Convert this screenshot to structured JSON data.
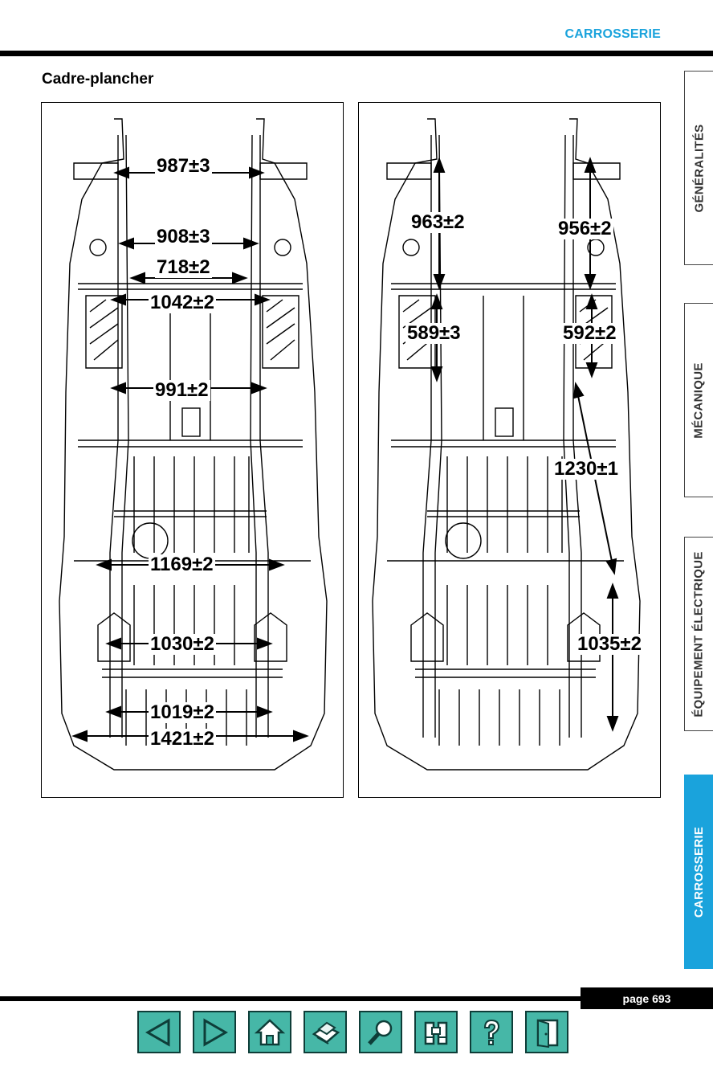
{
  "header": {
    "section": "CARROSSERIE"
  },
  "page": {
    "title": "Cadre-plancher",
    "number": "page 693"
  },
  "left_diagram": {
    "dimensions": [
      "987±3",
      "908±3",
      "718±2",
      "1042±2",
      "991±2",
      "1169±2",
      "1030±2",
      "1019±2",
      "1421±2"
    ]
  },
  "right_diagram": {
    "dimensions": [
      "963±2",
      "956±2",
      "589±3",
      "592±2",
      "1230±1",
      "1035±2"
    ]
  },
  "tabs": [
    {
      "label": "GÉNÉRALITÉS",
      "active": false
    },
    {
      "label": "MÉCANIQUE",
      "active": false
    },
    {
      "label": "ÉQUIPEMENT ÉLECTRIQUE",
      "active": false
    },
    {
      "label": "CARROSSERIE",
      "active": true
    }
  ],
  "nav_buttons": [
    {
      "icon": "arrow-left-icon"
    },
    {
      "icon": "arrow-right-icon"
    },
    {
      "icon": "home-icon"
    },
    {
      "icon": "print-icon"
    },
    {
      "icon": "magnifier-icon"
    },
    {
      "icon": "binoculars-icon"
    },
    {
      "icon": "help-icon"
    },
    {
      "icon": "exit-door-icon"
    }
  ],
  "colors": {
    "accent": "#1aa3dc",
    "nav_button": "#46b7a7"
  }
}
